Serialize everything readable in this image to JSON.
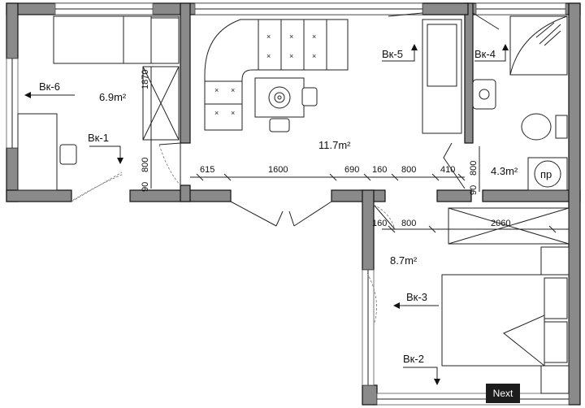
{
  "rooms": [
    {
      "id": "left",
      "area": "6.9m²"
    },
    {
      "id": "main",
      "area": "11.7m²"
    },
    {
      "id": "bath",
      "area": "4.3m²"
    },
    {
      "id": "bed",
      "area": "8.7m²"
    }
  ],
  "views": [
    "Вк-6",
    "Вк-1",
    "Вк-5",
    "Вк-4",
    "Вк-3",
    "Вк-2"
  ],
  "dims": {
    "d1870": "1870",
    "d800a": "800",
    "d90a": "90",
    "d615": "615",
    "d1600": "1600",
    "d690": "690",
    "d160a": "160",
    "d800b": "800",
    "d410": "410",
    "d800c": "800",
    "d90b": "90",
    "d160b": "160",
    "d800d": "800",
    "d2060": "2060"
  },
  "appliance": "пр",
  "next_label": "Next"
}
